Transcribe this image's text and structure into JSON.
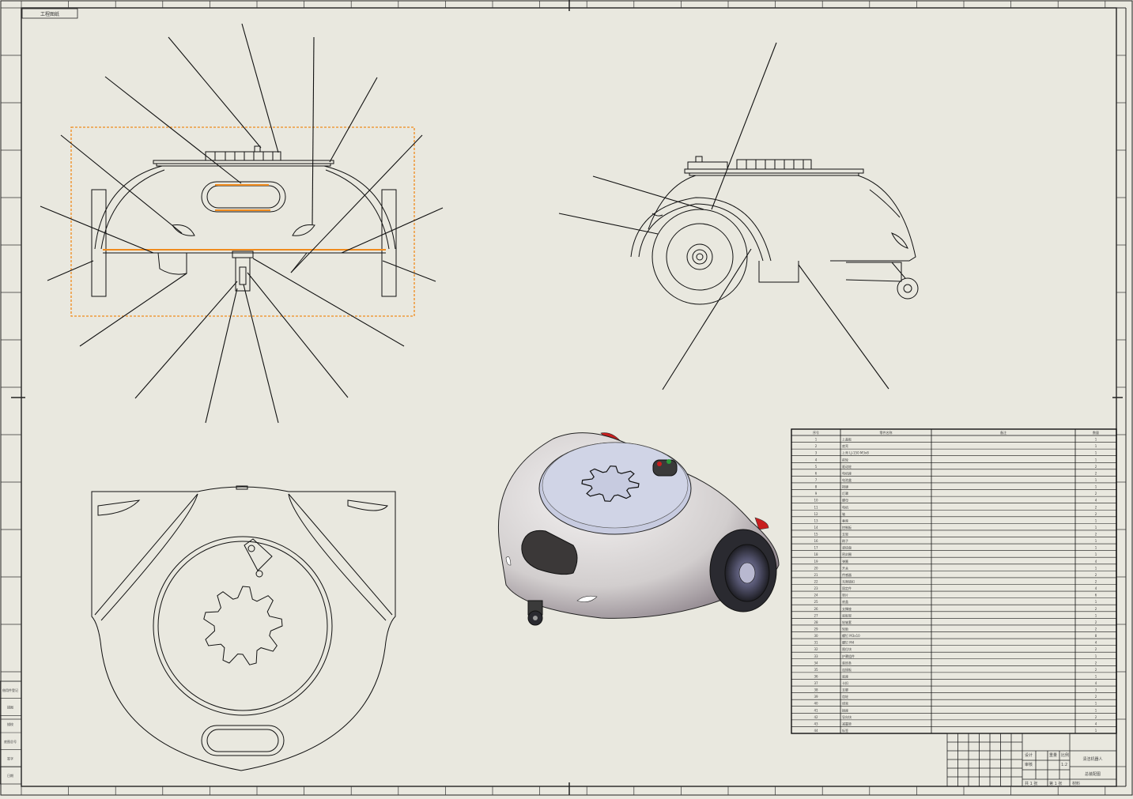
{
  "sheet": {
    "tab_label": "工程图纸",
    "background": "#e9e8df",
    "frame_color": "#1a1a1a",
    "selection_color": "#f08a1c"
  },
  "views": {
    "front": "front-view",
    "side": "side-view",
    "top": "top-view",
    "iso": "isometric-render"
  },
  "render_colors": {
    "body": "#d9d6d6",
    "top_plate": "#c7cbe0",
    "accent_red": "#c81e1e",
    "wheel": "#2a2a30",
    "hub": "#7a7aa0"
  },
  "bom": {
    "headers": [
      "序号",
      "零件名称",
      "备注",
      "数量"
    ],
    "rows": [
      [
        "1",
        "上盖板",
        "",
        "1"
      ],
      [
        "2",
        "底壳",
        "",
        "1"
      ],
      [
        "3",
        "上壳 LJ-150 M3x8",
        "",
        "1"
      ],
      [
        "4",
        "前轮",
        "",
        "1"
      ],
      [
        "5",
        "驱动轮",
        "",
        "2"
      ],
      [
        "6",
        "电机座",
        "",
        "2"
      ],
      [
        "7",
        "电池盒",
        "",
        "1"
      ],
      [
        "8",
        "按键",
        "",
        "1"
      ],
      [
        "9",
        "灯罩",
        "",
        "2"
      ],
      [
        "10",
        "螺母",
        "",
        "4"
      ],
      [
        "11",
        "电机",
        "",
        "2"
      ],
      [
        "12",
        "轴",
        "",
        "2"
      ],
      [
        "13",
        "垂席",
        "",
        "1"
      ],
      [
        "14",
        "控制板",
        "",
        "1"
      ],
      [
        "15",
        "支架",
        "",
        "2"
      ],
      [
        "16",
        "刷子",
        "",
        "1"
      ],
      [
        "17",
        "波纹盘",
        "",
        "1"
      ],
      [
        "18",
        "密封圈",
        "",
        "1"
      ],
      [
        "19",
        "弹簧",
        "",
        "4"
      ],
      [
        "20",
        "开关",
        "",
        "1"
      ],
      [
        "21",
        "传感器",
        "",
        "2"
      ],
      [
        "22",
        "无限锁扣",
        "",
        "2"
      ],
      [
        "23",
        "固定件",
        "",
        "4"
      ],
      [
        "24",
        "垫片",
        "",
        "6"
      ],
      [
        "25",
        "底盖",
        "",
        "1"
      ],
      [
        "26",
        "支撑座",
        "",
        "2"
      ],
      [
        "27",
        "底板架",
        "",
        "1"
      ],
      [
        "28",
        "轮轴套",
        "",
        "2"
      ],
      [
        "29",
        "轮胎",
        "",
        "2"
      ],
      [
        "30",
        "螺钉 M3x10",
        "",
        "8"
      ],
      [
        "31",
        "螺钉 M4",
        "",
        "4"
      ],
      [
        "32",
        "限位块",
        "",
        "2"
      ],
      [
        "33",
        "护罩组件",
        "",
        "1"
      ],
      [
        "34",
        "装饰条",
        "",
        "2"
      ],
      [
        "35",
        "连接板",
        "",
        "2"
      ],
      [
        "36",
        "底座",
        "",
        "1"
      ],
      [
        "37",
        "卡扣",
        "",
        "4"
      ],
      [
        "38",
        "支脚",
        "",
        "3"
      ],
      [
        "39",
        "齿轮",
        "",
        "2"
      ],
      [
        "40",
        "线束",
        "",
        "1"
      ],
      [
        "41",
        "插座",
        "",
        "1"
      ],
      [
        "42",
        "导向块",
        "",
        "2"
      ],
      [
        "43",
        "减震垫",
        "",
        "4"
      ],
      [
        "44",
        "标签",
        "",
        "1"
      ]
    ]
  },
  "title_block": {
    "drawing_name": "清洁机器人",
    "drawing_no": "总装配图",
    "scale_label": "比例",
    "scale": "1:2",
    "sheet_label": "共 1 张",
    "sheet_no": "第 1 张",
    "designer_label": "设计",
    "checker_label": "审核",
    "weight_label": "重量",
    "material_label": "材料"
  },
  "left_strip": [
    "借用件登记",
    "描图",
    "描校",
    "底图总号",
    "签字",
    "日期"
  ]
}
